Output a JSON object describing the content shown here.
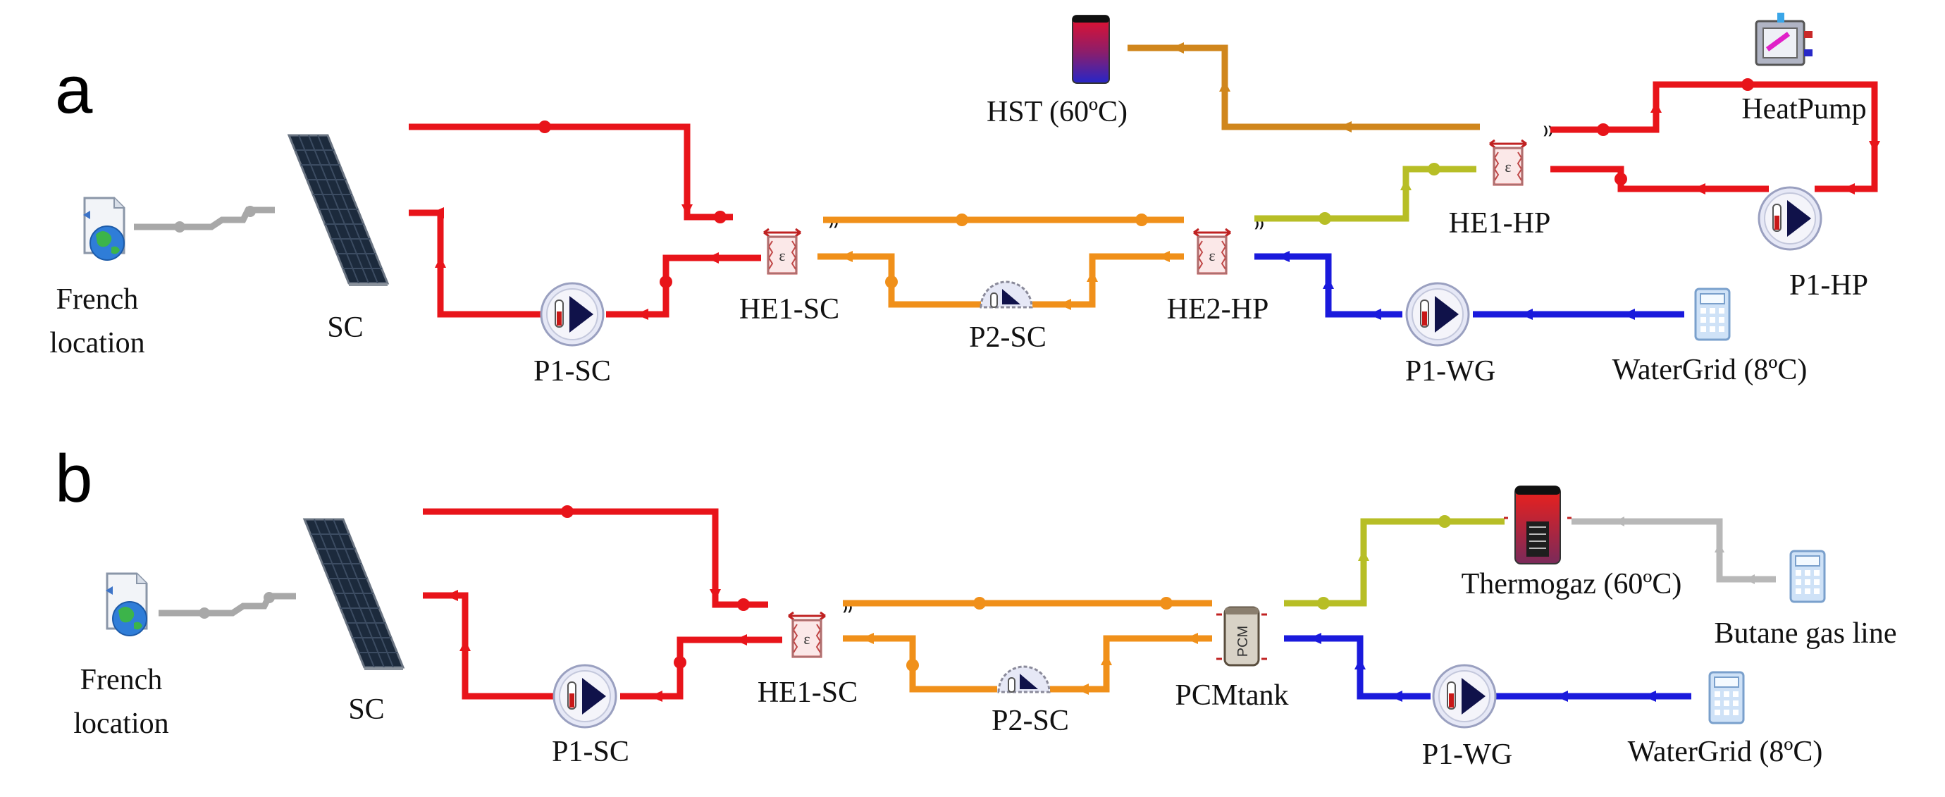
{
  "panels": [
    {
      "letter": "a",
      "labels": {
        "location": [
          "French",
          "location"
        ],
        "sc": "SC",
        "p1_sc": "P1-SC",
        "he1_sc": "HE1-SC",
        "p2_sc": "P2-SC",
        "he2_hp": "HE2-HP",
        "hst": "HST (60ºC)",
        "he1_hp": "HE1-HP",
        "heatpump": "HeatPump",
        "p1_hp": "P1-HP",
        "p1_wg": "P1-WG",
        "watergrid": "WaterGrid (8ºC)"
      }
    },
    {
      "letter": "b",
      "labels": {
        "location": [
          "French",
          "location"
        ],
        "sc": "SC",
        "p1_sc": "P1-SC",
        "he1_sc": "HE1-SC",
        "p2_sc": "P2-SC",
        "pcmtank": "PCMtank",
        "thermogaz": "Thermogaz (60ºC)",
        "butane": "Butane gas line",
        "p1_wg": "P1-WG",
        "watergrid": "WaterGrid (8ºC)"
      }
    }
  ],
  "colors": {
    "hot": "#e8141a",
    "warm": "#f0901a",
    "tank_link": "#d0861c",
    "olive": "#b7be26",
    "cold": "#1a1adc",
    "gray": "#a8a8a8",
    "gas": "#b8b8b8"
  },
  "icons": {
    "weather": "weather-data-icon",
    "solar": "solar-collector-icon",
    "pump": "pump-icon",
    "hx": "heat-exchanger-icon",
    "tank": "storage-tank-icon",
    "heatpump": "heat-pump-icon",
    "calculator": "calculator-icon",
    "pcm": "pcm-tank-icon"
  }
}
